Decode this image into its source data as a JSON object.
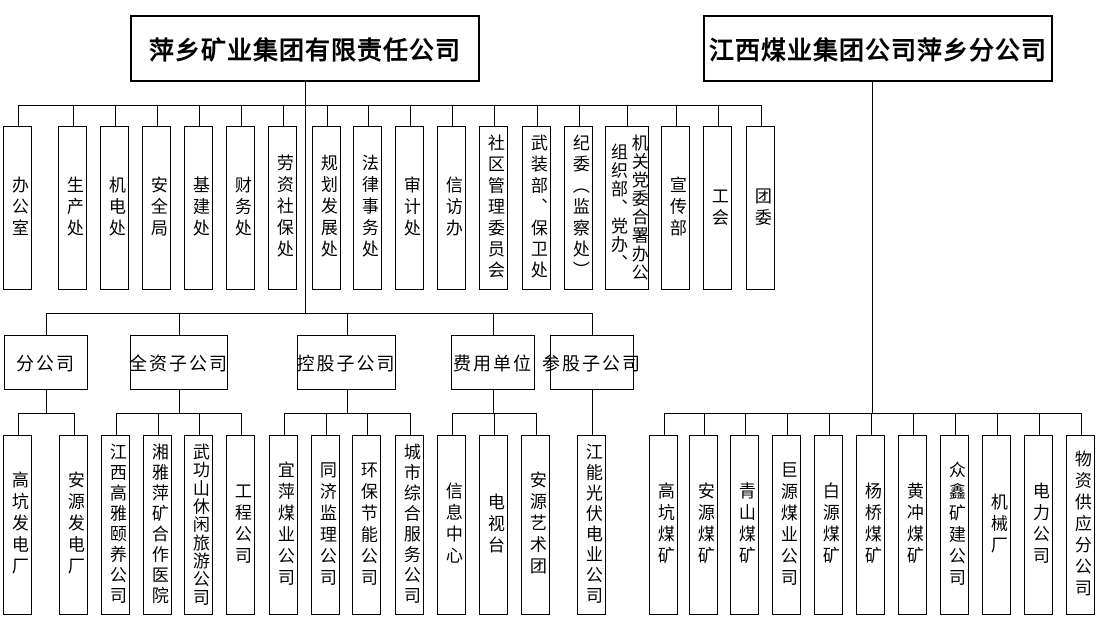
{
  "diagram": {
    "type": "organization-chart",
    "left_header": {
      "title": "萍乡矿业集团有限责任公司"
    },
    "right_header": {
      "title": "江西煤业集团公司萍乡分公司"
    },
    "departments": [
      "办公室",
      "生产处",
      "机电处",
      "安全局",
      "基建处",
      "财务处",
      "劳资社保处",
      "规划发展处",
      "法律事务处",
      "审计处",
      "信访办",
      "社区管理委员会",
      "武装部、保卫处",
      "纪委（监察处）",
      "组织部、党办、\n机关党委合署办公",
      "宣传部",
      "工会",
      "团委"
    ],
    "categories": [
      {
        "label": "分公司",
        "children": [
          "高坑发电厂",
          "安源发电厂"
        ]
      },
      {
        "label": "全资子公司",
        "children": [
          "江西高雅颐养公司",
          "湘雅萍矿合作医院",
          "武功山休闲旅游公司",
          "工程公司"
        ]
      },
      {
        "label": "控股子公司",
        "children": [
          "宜萍煤业公司",
          "同济监理公司",
          "环保节能公司",
          "城市综合服务公司"
        ]
      },
      {
        "label": "费用单位",
        "children": [
          "信息中心",
          "电视台",
          "安源艺术团"
        ]
      },
      {
        "label": "参股子公司",
        "children": [
          "江能光伏电业公司"
        ]
      }
    ],
    "right_branch_units": [
      "高坑煤矿",
      "安源煤矿",
      "青山煤矿",
      "巨源煤业公司",
      "白源煤矿",
      "杨桥煤矿",
      "黄冲煤矿",
      "众鑫矿建公司",
      "机械厂",
      "电力公司",
      "物资供应分公司"
    ]
  },
  "colors": {
    "background": "#ffffff",
    "line": "#000000",
    "text": "#000000"
  }
}
